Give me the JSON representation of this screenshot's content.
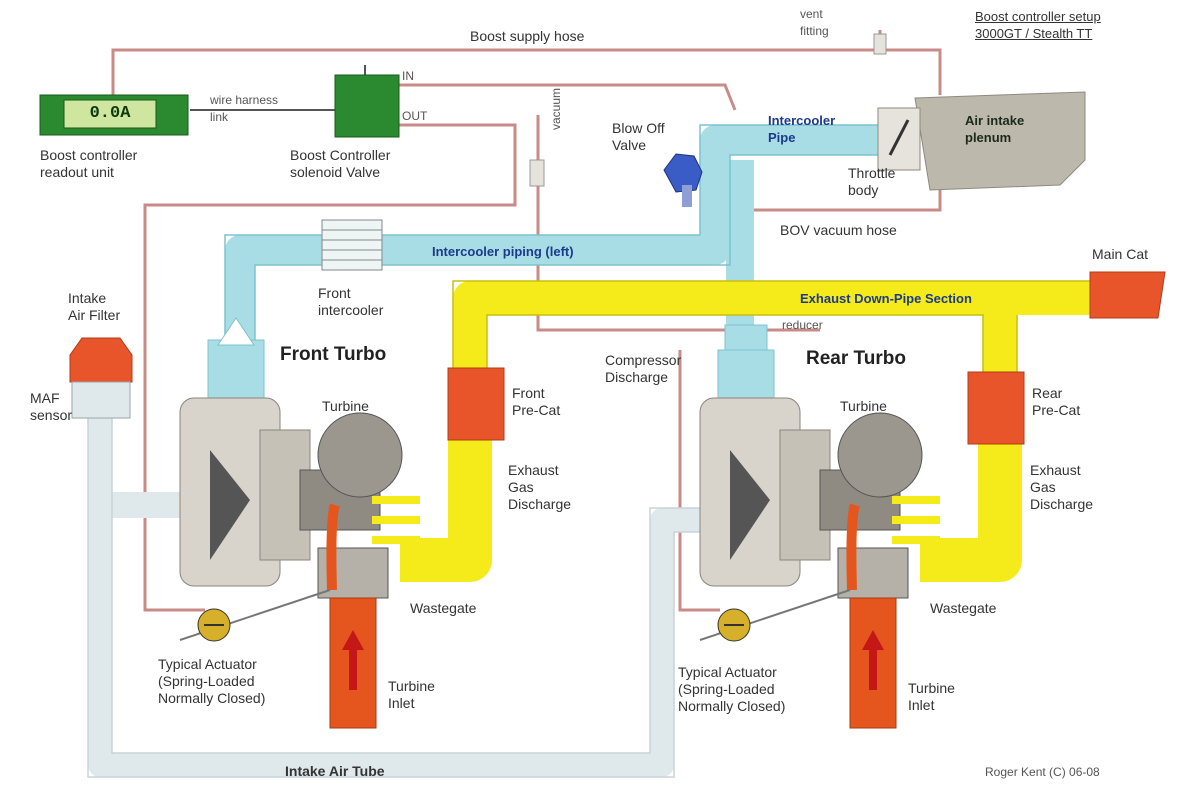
{
  "header": {
    "title_line1": "Boost controller setup",
    "title_line2": "3000GT / Stealth TT"
  },
  "gauge": {
    "display": "0.0A",
    "label": "Boost controller\nreadout unit"
  },
  "controller": {
    "label": "Boost Controller\nsolenoid Valve",
    "wire_label": "wire harness\nlink",
    "port_in": "IN",
    "port_out": "OUT"
  },
  "labels": {
    "boost_supply_hose": "Boost supply hose",
    "vent_fitting": "vent\nfitting",
    "blow_off_valve": "Blow Off\nValve",
    "intercooler_pipe": "Intercooler\nPipe",
    "air_intake": "Air intake\nplenum",
    "throttle_body": "Throttle\nbody",
    "vacuum_line": "vacuum",
    "bov_vacuum_hose": "BOV vacuum hose",
    "intercooler_piping": "Intercooler piping (left)",
    "front_intercooler": "Front\nintercooler",
    "main_cat": "Main Cat",
    "exhaust_downpipe": "Exhaust Down-Pipe Section",
    "intake_air_filter": "Intake\nAir Filter",
    "maf_sensor": "MAF\nsensor",
    "front_turbo": "Front Turbo",
    "rear_turbo": "Rear Turbo",
    "compressor_discharge": "Compressor\nDischarge",
    "reducer": "reducer",
    "turbine_front": "Turbine",
    "turbine_rear": "Turbine",
    "front_precat": "Front\nPre-Cat",
    "rear_precat": "Rear\nPre-Cat",
    "exhaust_discharge_front": "Exhaust\nGas\nDischarge",
    "exhaust_discharge_rear": "Exhaust\nGas\nDischarge",
    "wastegate_front": "Wastegate",
    "wastegate_rear": "Wastegate",
    "actuator_front": "Typical Actuator\n(Spring-Loaded\nNormally Closed)",
    "actuator_rear": "Typical Actuator\n(Spring-Loaded\nNormally Closed)",
    "turbine_inlet_front": "Turbine\nInlet",
    "turbine_inlet_rear": "Turbine\nInlet",
    "intake_air_tube": "Intake Air Tube",
    "credit": "Roger Kent  (C) 06-08"
  },
  "colors": {
    "intercooler_pipe": "#a9dde6",
    "exhaust": "#f5eb1a",
    "cat": "#e8552a",
    "turbine_inlet": "#e4561e",
    "controller": "#2b8a2f",
    "air_intake": "#bdb8ac",
    "intake_tube": "#dfe9ec",
    "hose": "#c98b88",
    "blow_off_valve": "#3a5cc6"
  }
}
